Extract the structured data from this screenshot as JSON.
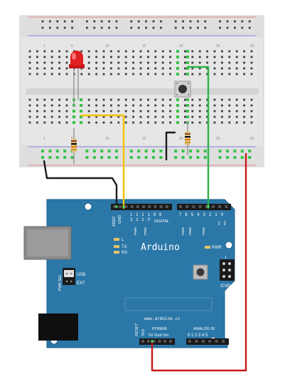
{
  "breadboard": {
    "top_column_numbers": [
      "1",
      "5",
      "10",
      "15",
      "20",
      "25",
      "30"
    ],
    "bottom_column_numbers": [
      "1",
      "5",
      "10",
      "15",
      "20",
      "25",
      "30"
    ]
  },
  "components": {
    "led_color": "#e02020",
    "resistor_bands": [
      "#8b4513",
      "#000000",
      "#e07b00",
      "#c9a227"
    ],
    "button_cap_color": "#333333"
  },
  "wires": {
    "black": "#1a1a1a",
    "yellow": "#f2c200",
    "green": "#2db34a",
    "red": "#c81818"
  },
  "arduino": {
    "brand": "Arduino",
    "website": "www.arduino.cc",
    "board_color": "#2b77a8",
    "header_labels": {
      "aref": "AREF",
      "gnd": "GND",
      "digital_pins_left": [
        "1",
        "1",
        "1",
        "1",
        "9",
        "8"
      ],
      "digital_pins_left_sub": [
        "3",
        "2",
        "1",
        "0",
        "",
        ""
      ],
      "digital_pins_right": [
        "7",
        "6",
        "5",
        "4",
        "3",
        "2",
        "1",
        "0"
      ],
      "digital": "DIGITAL",
      "tx": "TX",
      "rx": "RX",
      "pwm": "PWM"
    },
    "leds": {
      "l": "L",
      "tx": "TX",
      "rx": "RX",
      "pwr": "PWR"
    },
    "jumper": {
      "label": "PWR SEL",
      "usb": "USB",
      "ext": "EXT"
    },
    "icsp": "ICSP",
    "icsp_pin1": "1",
    "bottom_labels": {
      "reset": "RESET",
      "v3": "3V3",
      "power": "POWER",
      "pins": "5V Gnd Vin",
      "analog": "ANALOG IN",
      "analog_pins": "0 1 2 3 4 5"
    }
  }
}
